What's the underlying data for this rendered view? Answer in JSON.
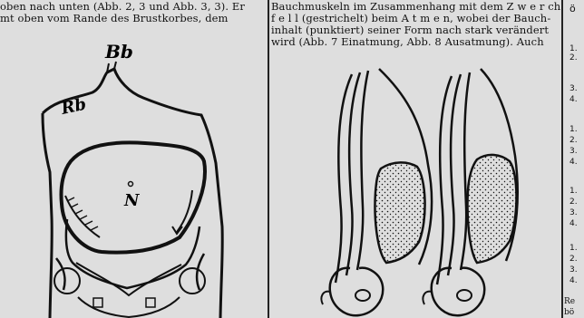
{
  "left_column": {
    "line1": "oben nach unten (Abb. 2, 3 und Abb. 3, 3). Er",
    "line2": "mt oben vom Rande des Brustkorbes, dem"
  },
  "middle_column": {
    "line1": "Bauchmuskeln im Zusammenhang mit dem Z w e r ch -",
    "line2": "f e l l (gestrichelt) beim A t m e n, wobei der Bauch-",
    "line3": "inhalt (punktiert) seiner Form nach stark verändert",
    "line4": "wird (Abb. 7 Einatmung, Abb. 8 Ausatmung). Auch"
  },
  "figure_left": {
    "label_bb": "Bb",
    "label_rb": "Rb",
    "label_n": "N"
  },
  "right_strip": {
    "top_char": "ö",
    "marks": [
      "1.",
      "2.",
      "3.",
      "4.",
      "1.",
      "2.",
      "3.",
      "4.",
      "1.",
      "2.",
      "3.",
      "4.",
      "1.",
      "2.",
      "3.",
      "4."
    ],
    "tail1": "Re",
    "tail2": "bö"
  }
}
